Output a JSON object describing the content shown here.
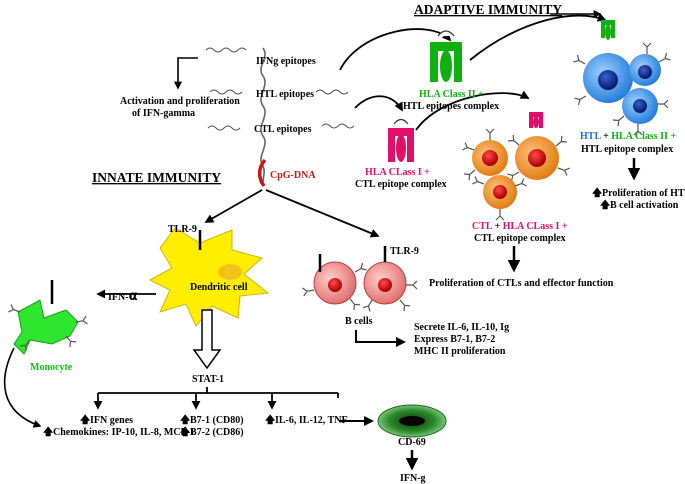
{
  "headings": {
    "adaptive": "ADAPTIVE IMMUNITY",
    "innate": "INNATE IMMUNITY"
  },
  "vaccine": {
    "ifng_epitopes": "IFNg epitopes",
    "htl_epitopes": "HTL epitopes",
    "ctl_epitopes": "CTL epitopes",
    "cpg_dna": "CpG-DNA"
  },
  "ifn_gamma": {
    "line1": "Activation and proliferation",
    "line2": "of IFN-gamma"
  },
  "hla2": {
    "title": "HLA Class II +",
    "subtitle": "HTL epitopes complex"
  },
  "hla1": {
    "title": "HLA CLass I +",
    "subtitle": "CTL epitope complex"
  },
  "ctl": {
    "line1_a": "CTL",
    "line1_b": " + ",
    "line1_c": "HLA CLass I +",
    "line2": "CTL epitope complex",
    "result": "Proliferation of CTLs and effector function"
  },
  "htl": {
    "line1_a": "HTL",
    "line1_b": " + ",
    "line1_c": "HLA Class II +",
    "line2": "HTL epitope complex",
    "result1": "Proliferation of HTLs",
    "result2": "B cell activation"
  },
  "innate": {
    "tlr9_left": "TLR-9",
    "tlr9_right": "TLR-9",
    "dendritic": "Dendritic cell",
    "ifn_alpha_prefix": "IFN-",
    "ifn_alpha_symbol": "α",
    "monocyte": "Monocyte",
    "b_cells": "B cells",
    "bcell_out1": "Secrete IL-6, IL-10, Ig",
    "bcell_out2": "Express B7-1, B7-2",
    "bcell_out3": "MHC II proliferation",
    "stat1": "STAT-1",
    "ifn_genes": "IFN genes",
    "chemokines": "Chemokines: IP-10, IL-8, MCP-1",
    "b71": "B7-1 (CD80)",
    "b72": "B7-2 (CD86)",
    "cytokines": "IL-6, IL-12, TNF",
    "cd69": "CD-69",
    "ifng": "IFN-g"
  },
  "colors": {
    "green": "#11b011",
    "magenta": "#e0106a",
    "blue": "#1e6fe6",
    "cpg_red": "#c21a1a",
    "dendritic_yellow": "#ffee00",
    "monocyte_green": "#2ee62e",
    "bcell_pink": "#f08080",
    "ctl_orange": "#f08a1e",
    "htl_blue": "#2f8fe8"
  },
  "icons": [
    "up-arrow-icon",
    "receptor-y-icon",
    "squiggle-peptide-icon"
  ]
}
